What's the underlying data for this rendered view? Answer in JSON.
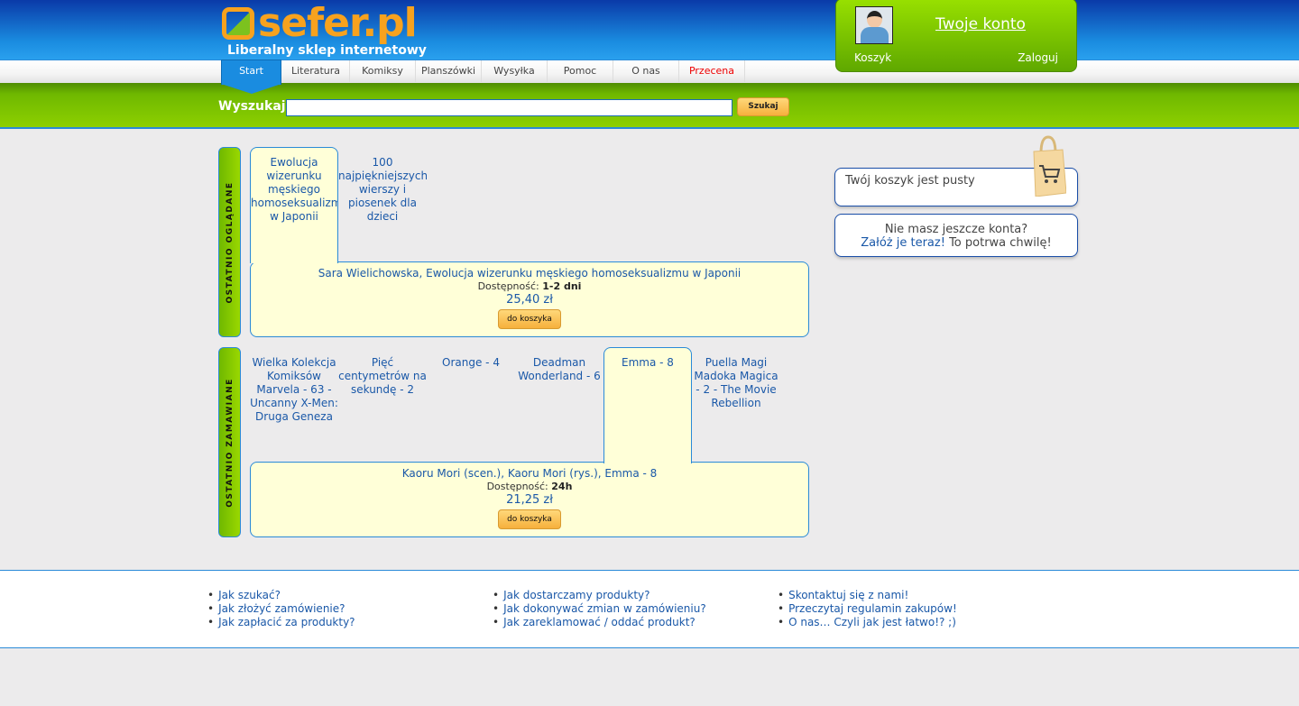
{
  "header": {
    "logo": "sefer.pl",
    "tagline": "Liberalny sklep internetowy"
  },
  "nav": [
    "Start",
    "Literatura",
    "Komiksy",
    "Planszówki",
    "Wysyłka",
    "Pomoc",
    "O nas",
    "Przecena"
  ],
  "account": {
    "title": "Twoje konto",
    "cart": "Koszyk",
    "login": "Zaloguj"
  },
  "search": {
    "label": "Wyszukaj",
    "value": "",
    "button": "Szukaj"
  },
  "recently_viewed": {
    "label": "OSTATNIO OGLĄDANE",
    "items": [
      "Ewolucja wizerunku męskiego homoseksualizmu w Japonii",
      "100 najpiękniejszych wierszy i piosenek dla dzieci"
    ],
    "detail": {
      "title": "Sara Wielichowska, Ewolucja wizerunku męskiego homoseksualizmu w Japonii",
      "availability_label": "Dostępność:",
      "availability": "1-2 dni",
      "price": "25,40 zł",
      "button": "do koszyka"
    }
  },
  "recently_ordered": {
    "label": "OSTATNIO ZAMAWIANE",
    "items": [
      "Wielka Kolekcja Komiksów Marvela - 63 - Uncanny X-Men: Druga Geneza",
      "Pięć centymetrów na sekundę - 2",
      "Orange - 4",
      "Deadman Wonderland - 6",
      "Emma - 8",
      "Puella Magi Madoka Magica - 2 - The Movie Rebellion"
    ],
    "detail": {
      "title": "Kaoru Mori (scen.), Kaoru Mori (rys.), Emma - 8",
      "availability_label": "Dostępność:",
      "availability": "24h",
      "price": "21,25 zł",
      "button": "do koszyka"
    }
  },
  "cart": {
    "empty": "Twój koszyk jest pusty"
  },
  "signup": {
    "line1": "Nie masz jeszcze konta?",
    "link": "Załóż je teraz!",
    "rest": " To potrwa chwilę!"
  },
  "footer": [
    [
      "Jak szukać?",
      "Jak złożyć zamówienie?",
      "Jak zapłacić za produkty?"
    ],
    [
      "Jak dostarczamy produkty?",
      "Jak dokonywać zmian w zamówieniu?",
      "Jak zareklamować / oddać produkt?"
    ],
    [
      "Skontaktuj się z nami!",
      "Przeczytaj regulamin zakupów!",
      "O nas… Czyli jak jest łatwo!? ;)"
    ]
  ]
}
